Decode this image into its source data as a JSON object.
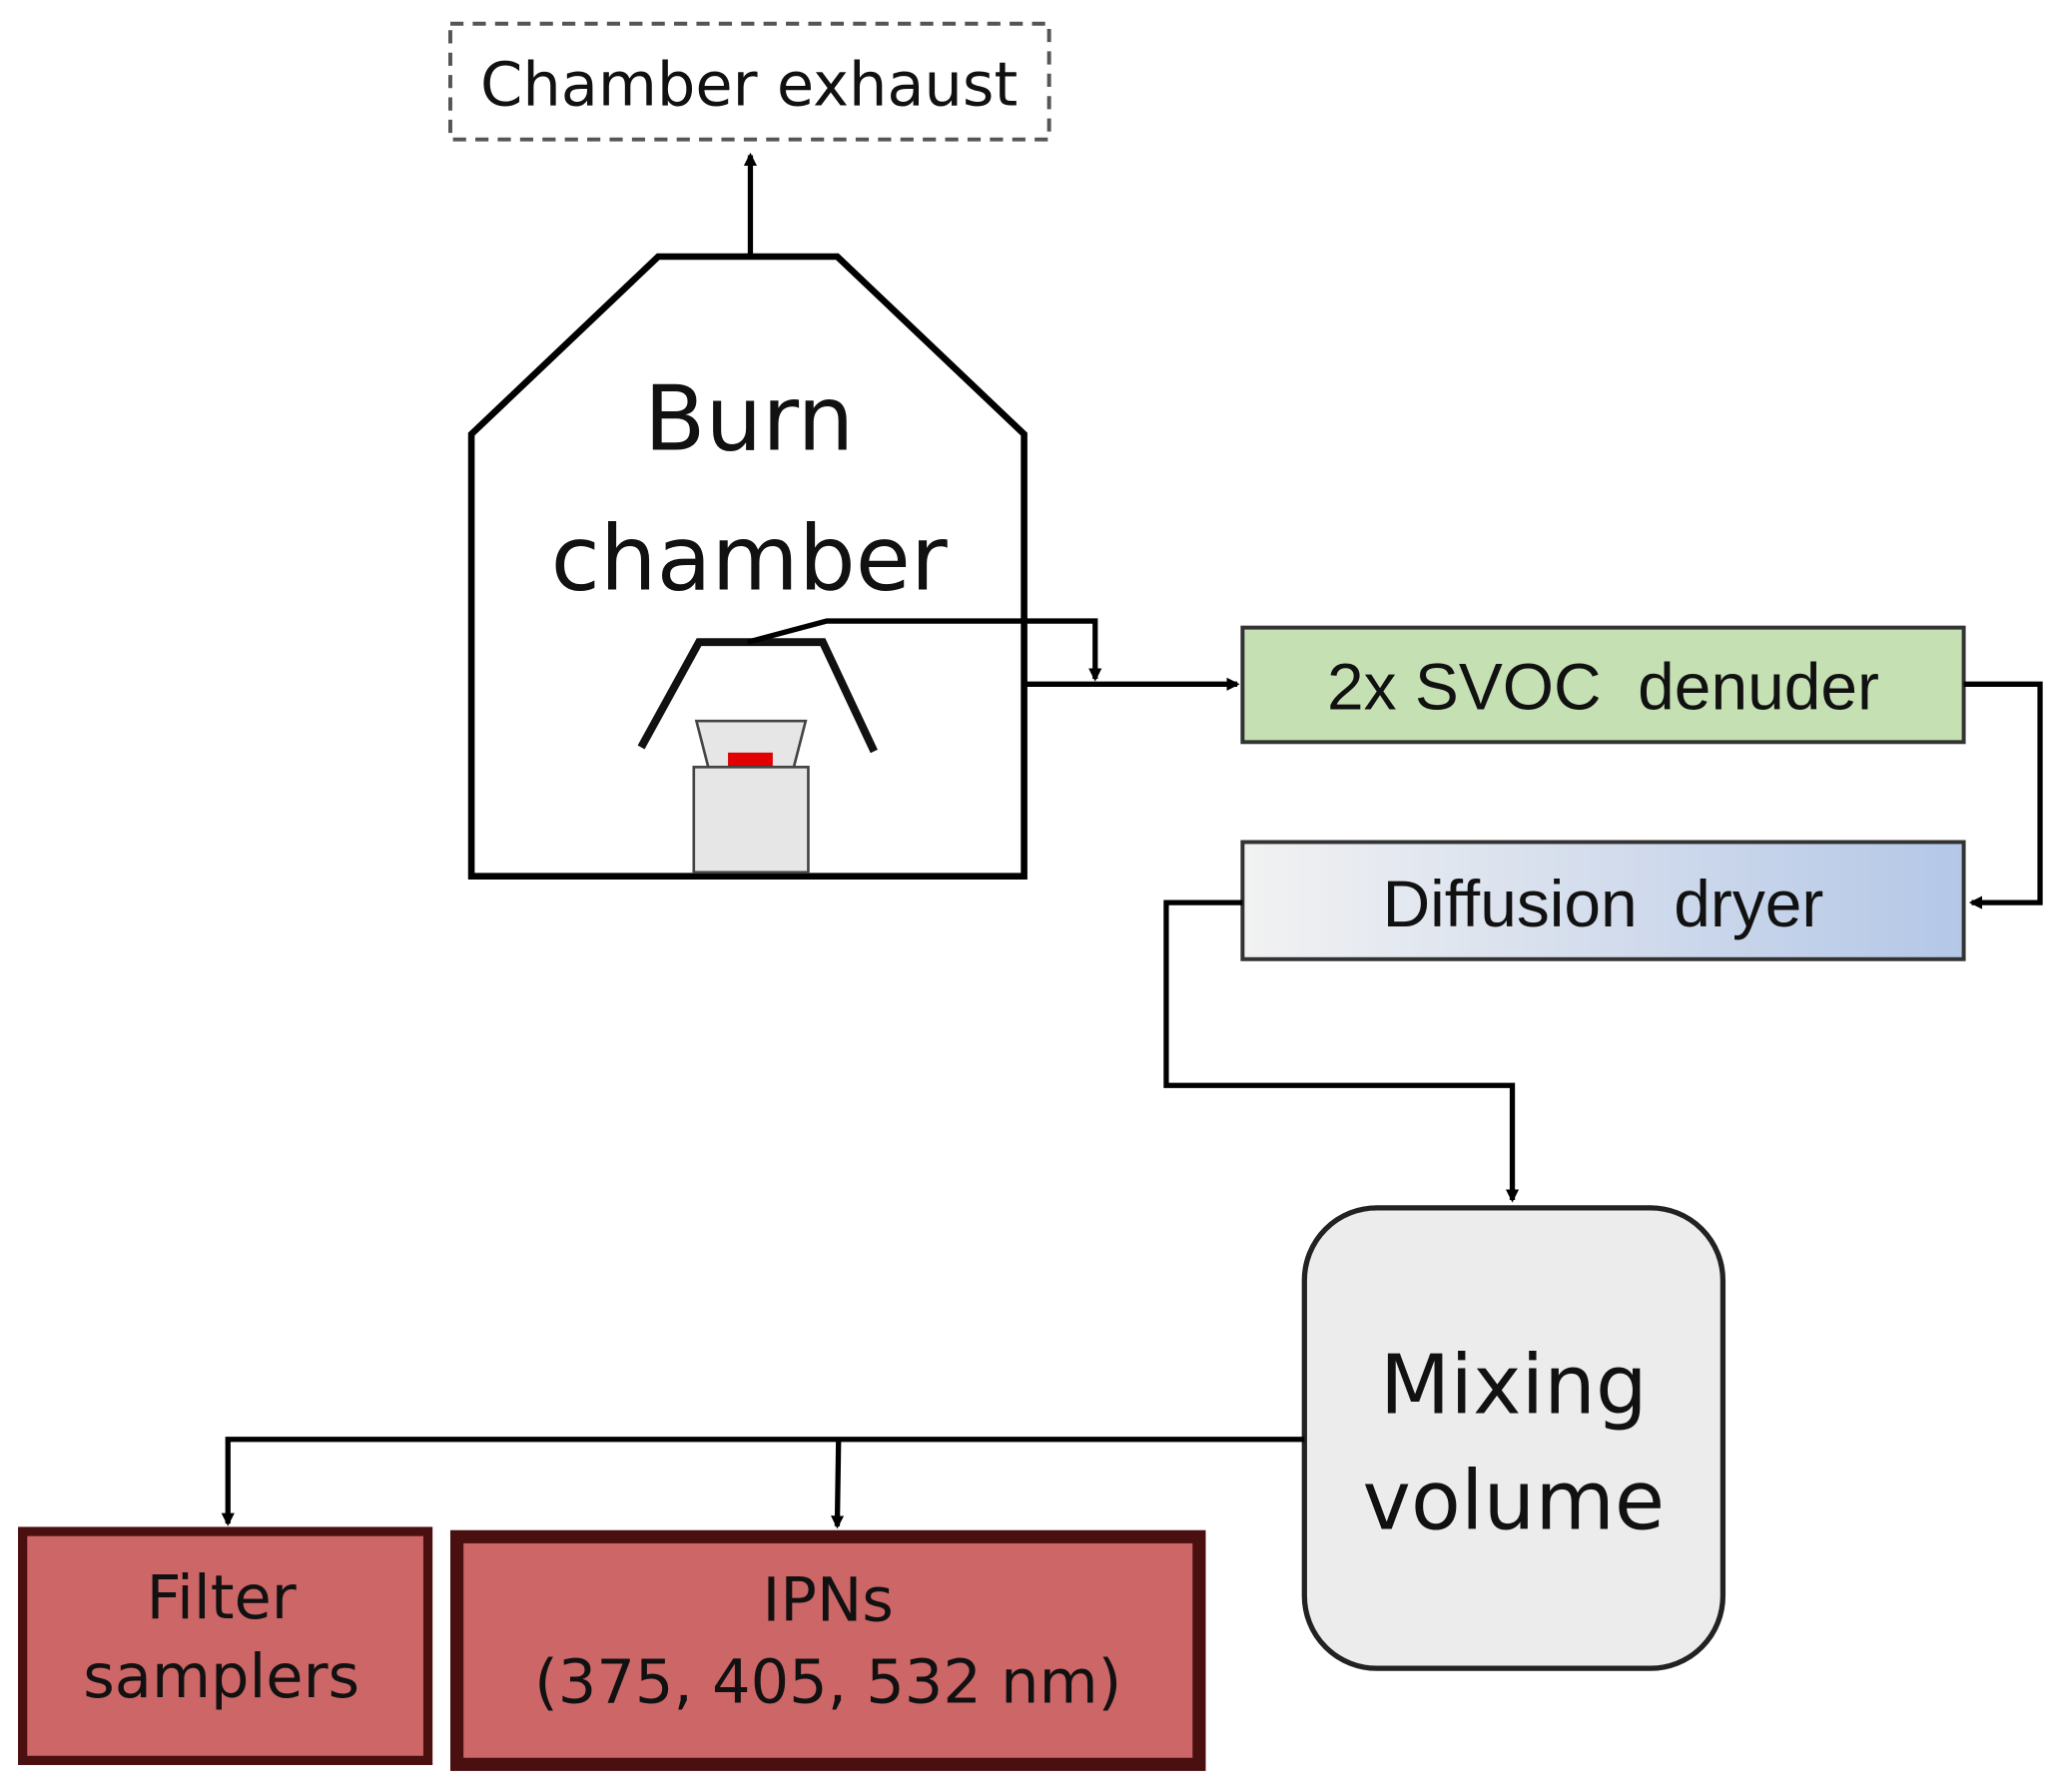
{
  "diagram": {
    "type": "flow",
    "nodes": {
      "exhaust": {
        "label": "Chamber exhaust",
        "style": "dashed"
      },
      "burn_chamber": {
        "label_line1": "Burn",
        "label_line2": "chamber"
      },
      "denuder": {
        "label": "2x SVOC  denuder",
        "color": "#c5e0b3"
      },
      "dryer": {
        "label": "Diffusion  dryer",
        "color_start": "#f2f2f2",
        "color_end": "#b4c7e7"
      },
      "mixing": {
        "label_line1": "Mixing",
        "label_line2": "volume",
        "color": "#ececec"
      },
      "filters": {
        "label_line1": "Filter",
        "label_line2": "samplers",
        "color": "#cd6666",
        "border": "#4a0f0f"
      },
      "ipns": {
        "label_line1": "IPNs",
        "label_line2": "(375, 405, 532 nm)",
        "color": "#cd6666",
        "border": "#4a0f0f"
      }
    },
    "edges": [
      {
        "from": "burn_chamber",
        "to": "exhaust"
      },
      {
        "from": "burn_chamber",
        "to": "denuder"
      },
      {
        "from": "denuder",
        "to": "dryer"
      },
      {
        "from": "dryer",
        "to": "mixing"
      },
      {
        "from": "mixing",
        "to": "filters"
      },
      {
        "from": "mixing",
        "to": "ipns"
      }
    ]
  }
}
